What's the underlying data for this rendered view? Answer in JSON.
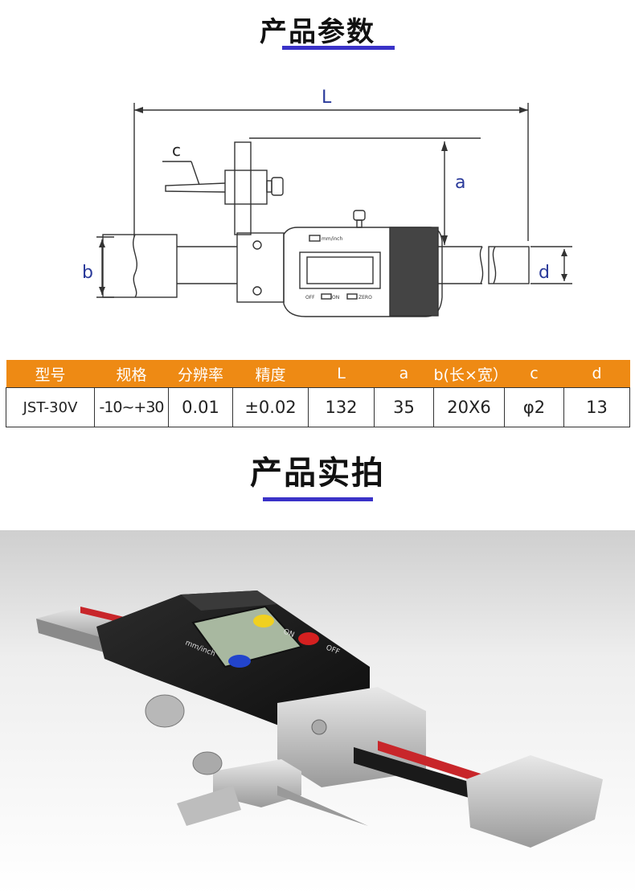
{
  "params_title": "产品参数",
  "photo_title": "产品实拍",
  "diagram": {
    "label_L": "L",
    "label_a": "a",
    "label_b": "b",
    "label_c": "c",
    "label_d": "d",
    "gauge_unit_button": "mm/inch",
    "gauge_off_label": "OFF",
    "gauge_on_label": "ON",
    "gauge_zero_label": "ZERO"
  },
  "table": {
    "headers": [
      "型号",
      "规格",
      "分辨率",
      "精度",
      "L",
      "a",
      "b(长×宽）",
      "c",
      "d"
    ],
    "row": [
      "JST-30V",
      "-10~+30",
      "0.01",
      "±0.02",
      "132",
      "35",
      "20X6",
      "φ2",
      "13"
    ]
  },
  "photo": {
    "unit_button": "mm/inch",
    "on_label": "ON",
    "off_label": "OFF"
  },
  "colors": {
    "accent": "#3a32c8",
    "table_header": "#ee8a14",
    "label_blue": "#2a3a9a"
  }
}
